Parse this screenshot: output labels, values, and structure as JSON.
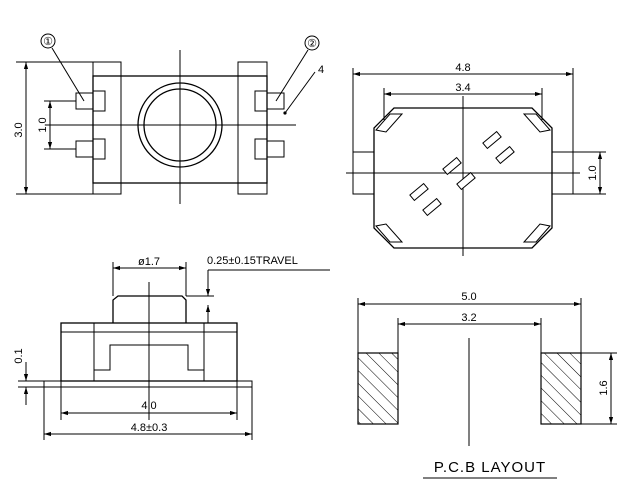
{
  "top_view": {
    "callout_1": "①",
    "callout_2": "②",
    "callout_4": "4",
    "dim_height": "3.0",
    "dim_pitch": "1.0"
  },
  "bottom_view": {
    "dim_width": "4.8",
    "dim_inner": "3.4",
    "dim_pad": "1.0"
  },
  "side_view": {
    "dim_diameter": "ø1.7",
    "dim_travel": "0.25±0.15TRAVEL",
    "dim_offset": "0.1",
    "dim_body": "4.0",
    "dim_overall": "4.8±0.3"
  },
  "pcb_layout": {
    "dim_outer": "5.0",
    "dim_inner": "3.2",
    "dim_pad_h": "1.6",
    "title": "P.C.B LAYOUT"
  }
}
